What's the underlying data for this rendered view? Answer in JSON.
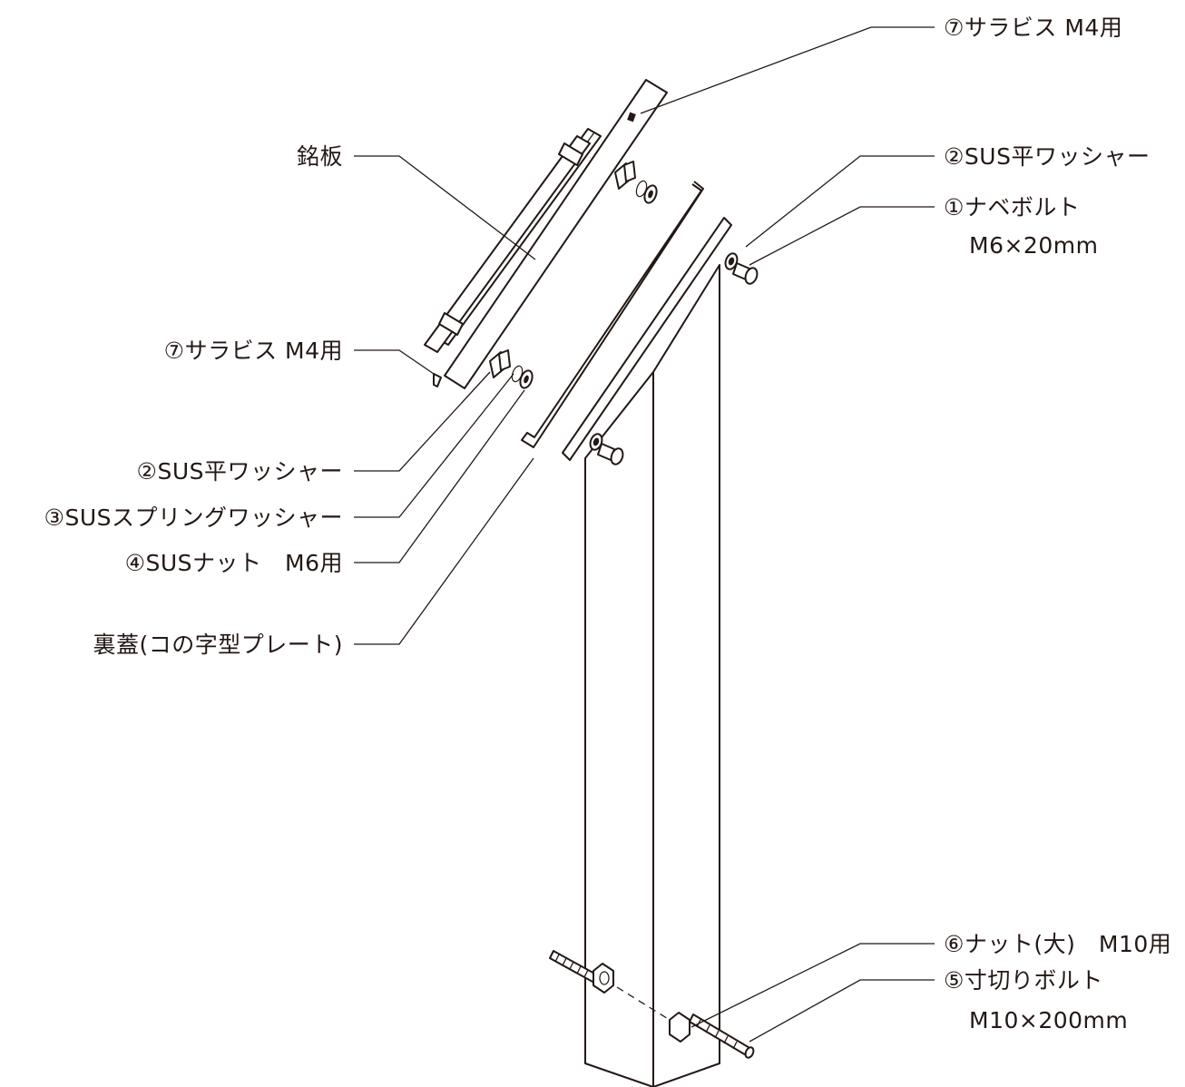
{
  "labels": {
    "screw_top": "⑦サラビス M4用",
    "nameplate": "銘板",
    "flat_washer_right": "②SUS平ワッシャー",
    "pan_bolt_line1": "①ナベボルト",
    "pan_bolt_line2": "M6×20mm",
    "screw_left": "⑦サラビス M4用",
    "flat_washer_left": "②SUS平ワッシャー",
    "spring_washer": "③SUSスプリングワッシャー",
    "nut_m6": "④SUSナット　M6用",
    "back_cover": "裏蓋(コの字型プレート)",
    "nut_large": "⑥ナット(大)　M10用",
    "cut_bolt_line1": "⑤寸切りボルト",
    "cut_bolt_line2": "M10×200mm"
  }
}
